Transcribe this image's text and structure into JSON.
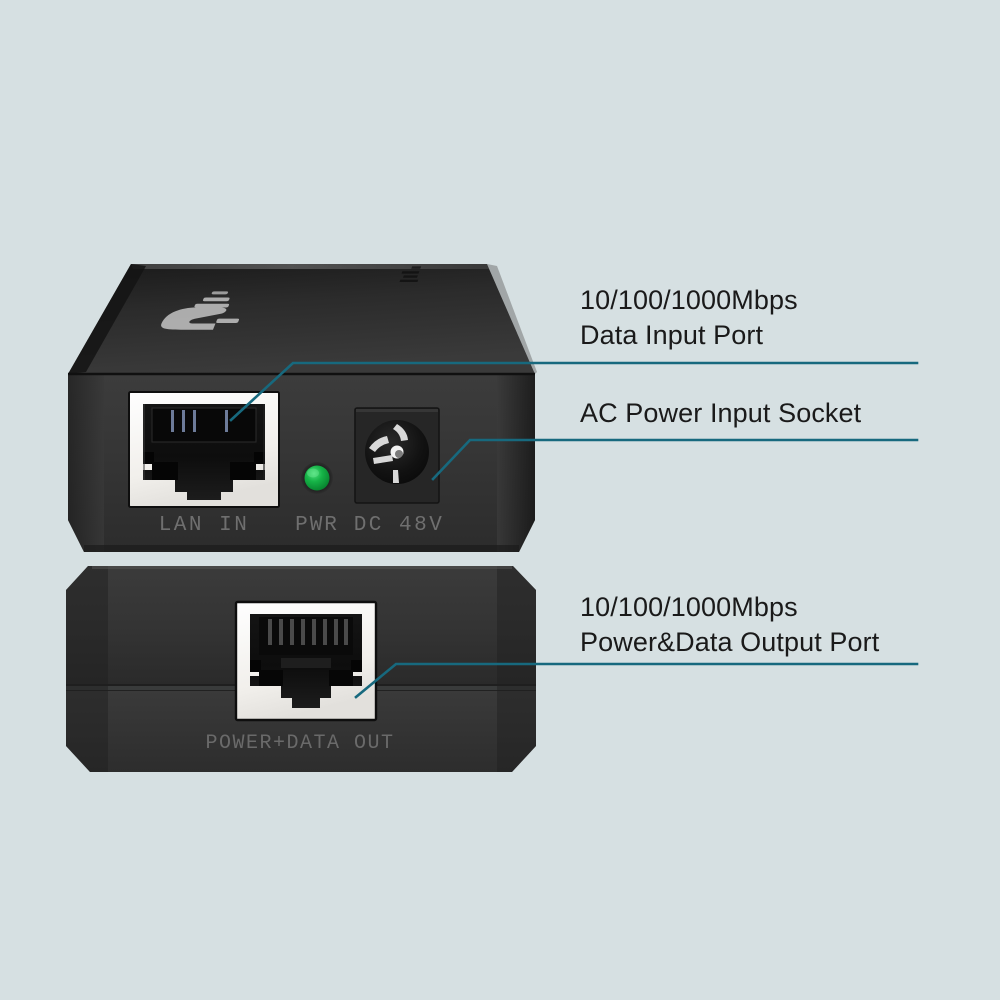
{
  "scene": {
    "background_color": "#d6e0e2",
    "subject": "PoE injector device, front and back views",
    "brand_logo": "tp-link-logo"
  },
  "device": {
    "top_unit": {
      "name": "poe-injector-front-view",
      "body_color": "#2e2e2e",
      "ports": [
        {
          "id": "lan-in",
          "type": "rj45-jack",
          "label": "LAN IN",
          "bezel_color": "#f2f0ec"
        },
        {
          "id": "pwr-led",
          "type": "led-indicator",
          "label": "PWR",
          "led_color": "#11a83d"
        },
        {
          "id": "dc-in",
          "type": "dc-barrel-socket",
          "label": "DC 48V"
        }
      ]
    },
    "bottom_unit": {
      "name": "poe-injector-back-view",
      "body_color": "#333333",
      "ports": [
        {
          "id": "power-data-out",
          "type": "rj45-jack",
          "label": "POWER+DATA OUT",
          "bezel_color": "#f2f0ec"
        }
      ]
    }
  },
  "callouts": {
    "line_color": "#17697e",
    "items": [
      {
        "id": "data-input-port",
        "text": "10/100/1000Mbps\nData Input Port"
      },
      {
        "id": "ac-power-input-socket",
        "text": "AC Power Input Socket"
      },
      {
        "id": "power-data-output-port",
        "text": "10/100/1000Mbps\nPower&Data Output Port"
      }
    ]
  }
}
